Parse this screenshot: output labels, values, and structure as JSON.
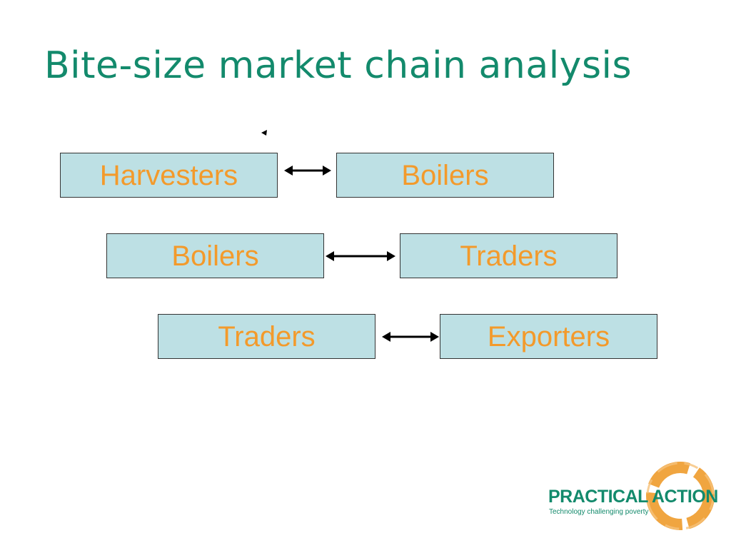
{
  "slide": {
    "title": "Bite-size market chain analysis"
  },
  "diagram": {
    "rows": [
      {
        "left": "Harvesters",
        "right": "Boilers",
        "connector": "double-arrow"
      },
      {
        "left": "Boilers",
        "right": "Traders",
        "connector": "double-arrow"
      },
      {
        "left": "Traders",
        "right": "Exporters",
        "connector": "double-arrow"
      }
    ]
  },
  "logo": {
    "name": "PRACTICAL ACTION",
    "tagline": "Technology challenging poverty",
    "icon": "practical-action-ring-icon"
  },
  "colors": {
    "title": "#138a6c",
    "box_fill": "#bde0e4",
    "box_text": "#f39a2b",
    "logo_green": "#138a6c",
    "logo_orange": "#f0a540"
  }
}
